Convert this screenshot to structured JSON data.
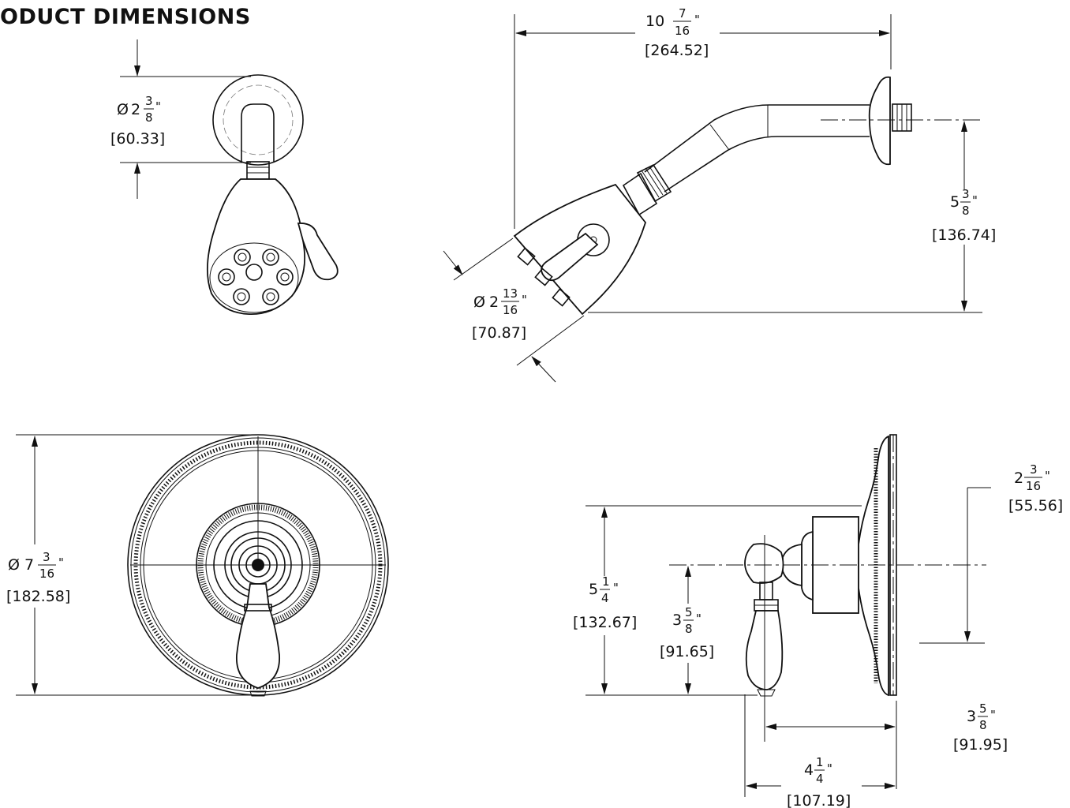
{
  "title": "ODUCT DIMENSIONS",
  "dimensions": {
    "flange_dia": {
      "prefix": "Ø",
      "whole": "2",
      "num": "3",
      "den": "8",
      "inch": "\"",
      "mm": "[60.33]"
    },
    "arm_length": {
      "whole": "10",
      "num": "7",
      "den": "16",
      "inch": "\"",
      "mm": "[264.52]"
    },
    "head_drop": {
      "whole": "5",
      "num": "3",
      "den": "8",
      "inch": "\"",
      "mm": "[136.74]"
    },
    "head_dia": {
      "prefix": "Ø",
      "whole": "2",
      "num": "13",
      "den": "16",
      "inch": "\"",
      "mm": "[70.87]"
    },
    "trim_dia": {
      "prefix": "Ø",
      "whole": "7",
      "num": "3",
      "den": "16",
      "inch": "\"",
      "mm": "[182.58]"
    },
    "trim_height": {
      "whole": "5",
      "num": "1",
      "den": "4",
      "inch": "\"",
      "mm": "[132.67]"
    },
    "handle_center": {
      "whole": "3",
      "num": "5",
      "den": "8",
      "inch": "\"",
      "mm": "[91.65]"
    },
    "escutcheon_offset": {
      "whole": "2",
      "num": "3",
      "den": "16",
      "inch": "\"",
      "mm": "[55.56]"
    },
    "trim_projection": {
      "whole": "3",
      "num": "5",
      "den": "8",
      "inch": "\"",
      "mm": "[91.95]"
    },
    "overall_projection": {
      "whole": "4",
      "num": "1",
      "den": "4",
      "inch": "\"",
      "mm": "[107.19]"
    }
  },
  "colors": {
    "line": "#111111",
    "background": "#ffffff"
  }
}
